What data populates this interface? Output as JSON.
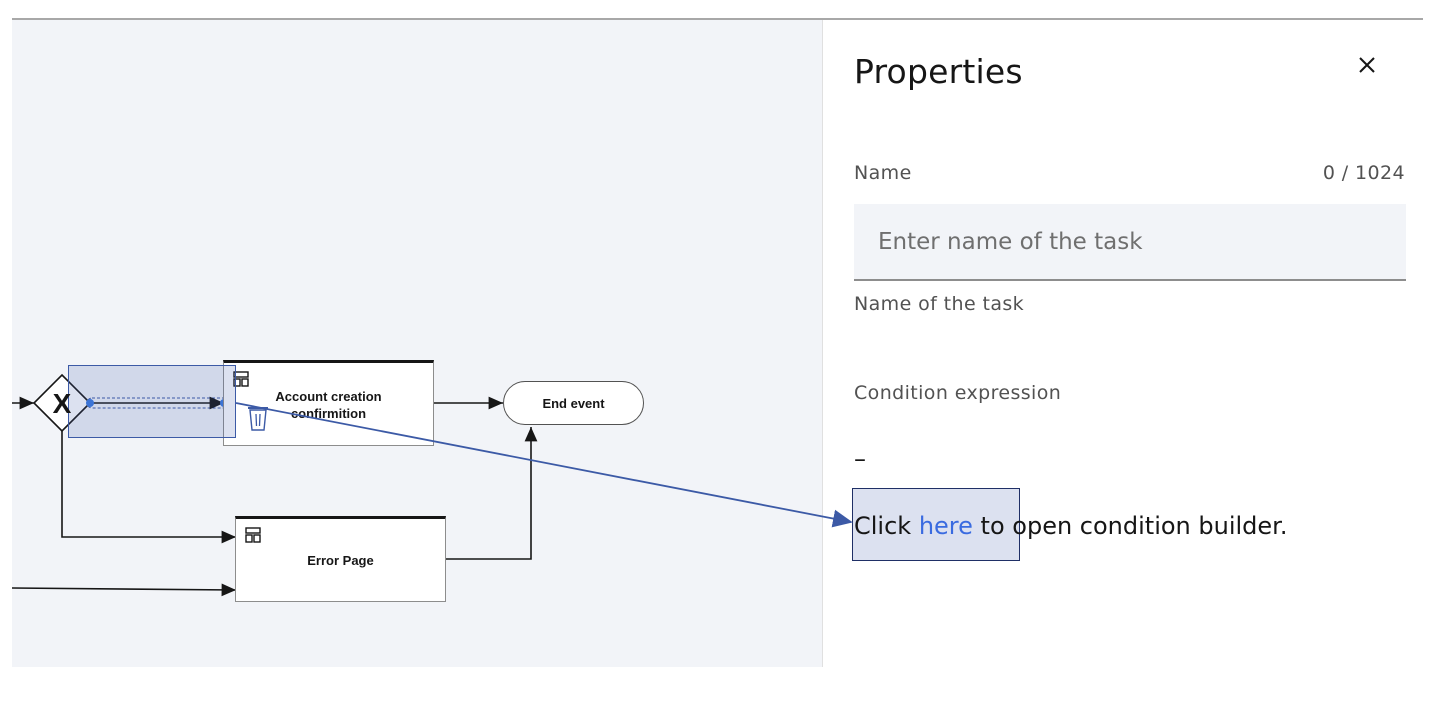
{
  "diagram": {
    "nodes": {
      "task_account": {
        "label": "Account creation confirmition"
      },
      "task_error": {
        "label": "Error Page"
      },
      "end_event": {
        "label": "End event"
      }
    },
    "gateway": {
      "symbol": "X"
    }
  },
  "properties": {
    "title": "Properties",
    "name_label": "Name",
    "name_counter": "0 / 1024",
    "name_placeholder": "Enter name of the task",
    "name_value": "",
    "name_helper": "Name of the task",
    "condition_label": "Condition expression",
    "condition_value": "–",
    "condition_prefix": "Click ",
    "condition_link": "here",
    "condition_suffix": " to open condition builder."
  },
  "colors": {
    "canvas_bg": "#f2f4f8",
    "selection": "#3c5aa6",
    "link": "#3a6be0"
  }
}
